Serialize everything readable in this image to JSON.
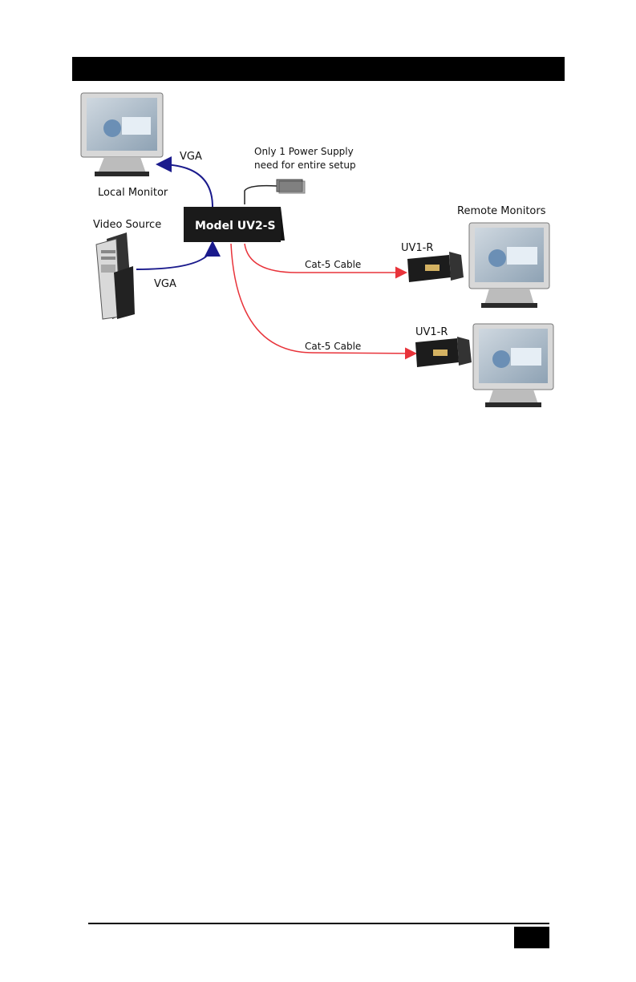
{
  "labels": {
    "vga_top": "VGA",
    "vga_bottom": "VGA",
    "local_monitor": "Local Monitor",
    "video_source": "Video Source",
    "power_line1": "Only 1 Power Supply",
    "power_line2": "need for entire setup",
    "model": "Model UV2-S",
    "remote_monitors": "Remote Monitors",
    "receiver_top": "UV1-R",
    "receiver_bottom": "UV1-R",
    "cable_top": "Cat-5 Cable",
    "cable_bottom": "Cat-5 Cable"
  },
  "colors": {
    "vga_line": "#1a1a8c",
    "cat5_line": "#e8333a"
  }
}
